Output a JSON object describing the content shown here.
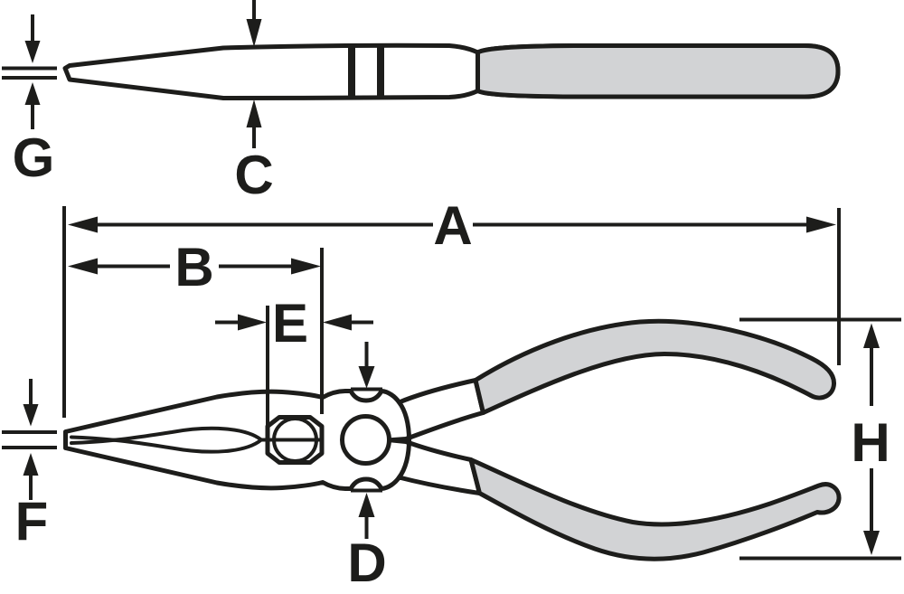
{
  "diagram": {
    "subject": "long-nose-pliers-dimension-drawing",
    "views": {
      "side_view": "pliers-side-profile",
      "plan_view": "pliers-top-plan"
    }
  },
  "colors": {
    "line": "#1d1d1b",
    "grip": "#d2d3d5",
    "background": "#ffffff"
  },
  "labels": {
    "a": "A",
    "b": "B",
    "c": "C",
    "d": "D",
    "e": "E",
    "f": "F",
    "g": "G",
    "h": "H"
  }
}
